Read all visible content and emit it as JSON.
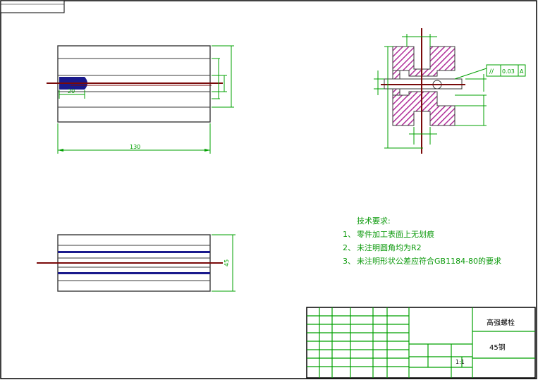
{
  "colors": {
    "frame": "#000000",
    "dimension": "#00a000",
    "outline": "#3a3a3a",
    "centerline": "#7a0a0a",
    "blue_feature": "#1a1a8c",
    "section_hatch": "#b0309a",
    "notes_text": "#0c9a0c"
  },
  "front_view": {
    "dim_length": "130",
    "dim_hole_depth": "20"
  },
  "side_view": {
    "dim_height": "45"
  },
  "section_view": {
    "tolerance_symbol": "//",
    "tolerance_value": "0.03",
    "tolerance_datum": "A"
  },
  "technical_requirements": {
    "title": "技术要求:",
    "items": [
      {
        "num": "1、",
        "text": "零件加工表面上无划痕"
      },
      {
        "num": "2、",
        "text": "未注明圆角均为R2"
      },
      {
        "num": "3、",
        "text": "未注明形状公差应符合GB1184-80的要求"
      }
    ]
  },
  "title_block": {
    "part_name": "高强螺栓",
    "material": "45钢",
    "scale": "1:1"
  }
}
